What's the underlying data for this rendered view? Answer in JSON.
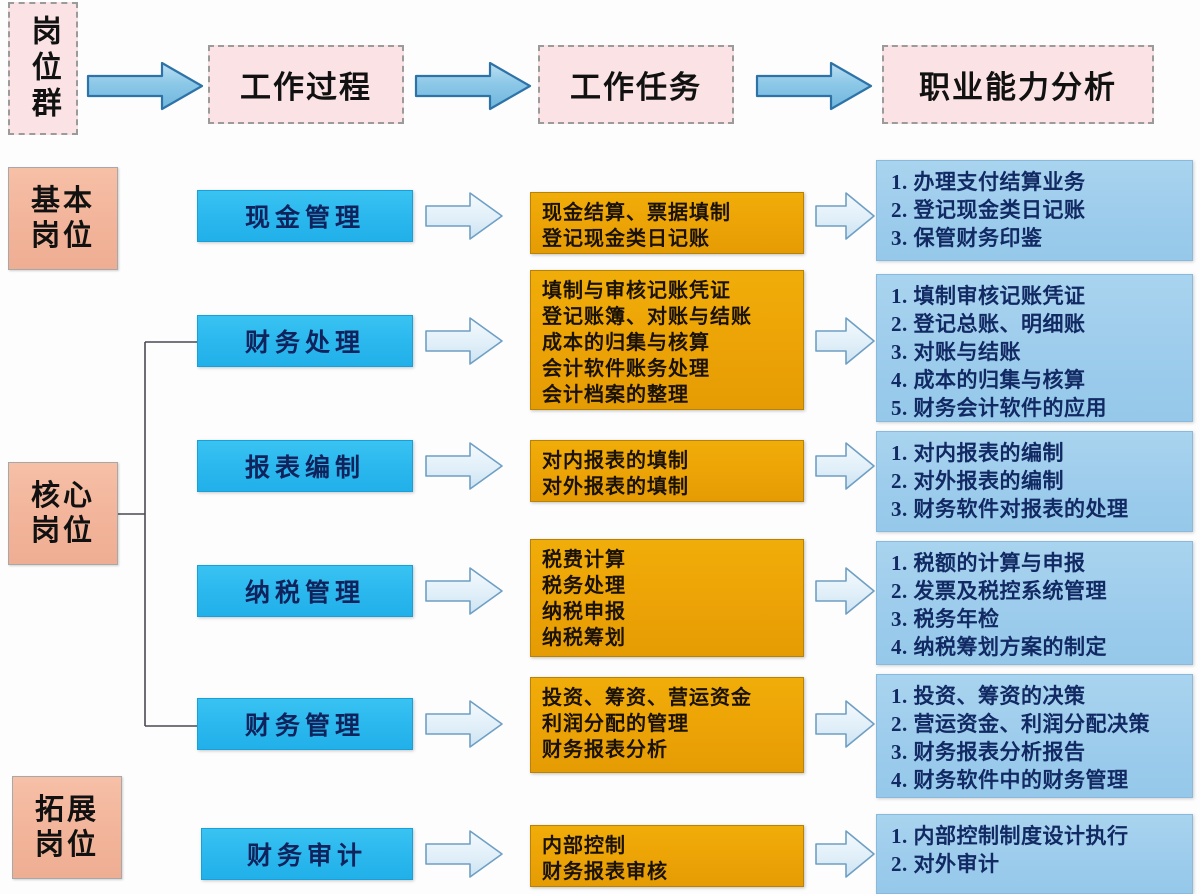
{
  "header": {
    "col1": "岗位群",
    "col2": "工作过程",
    "col3": "工作任务",
    "col4": "职业能力分析"
  },
  "categories": [
    {
      "name": "基本岗位",
      "line1": "基本",
      "line2": "岗位"
    },
    {
      "name": "核心岗位",
      "line1": "核心",
      "line2": "岗位"
    },
    {
      "name": "拓展岗位",
      "line1": "拓展",
      "line2": "岗位"
    }
  ],
  "rows": [
    {
      "process": "现金管理",
      "tasks": [
        "现金结算、票据填制",
        "登记现金类日记账"
      ],
      "abilities": [
        "1. 办理支付结算业务",
        "2. 登记现金类日记账",
        "3. 保管财务印鉴"
      ]
    },
    {
      "process": "财务处理",
      "tasks": [
        "填制与审核记账凭证",
        "登记账簿、对账与结账",
        "成本的归集与核算",
        "会计软件账务处理",
        "会计档案的整理"
      ],
      "abilities": [
        "1. 填制审核记账凭证",
        "2. 登记总账、明细账",
        "3. 对账与结账",
        "4. 成本的归集与核算",
        "5. 财务会计软件的应用"
      ]
    },
    {
      "process": "报表编制",
      "tasks": [
        "对内报表的填制",
        "对外报表的填制"
      ],
      "abilities": [
        "1. 对内报表的编制",
        "2. 对外报表的编制",
        "3. 财务软件对报表的处理"
      ]
    },
    {
      "process": "纳税管理",
      "tasks": [
        "税费计算",
        "税务处理",
        "纳税申报",
        "纳税筹划"
      ],
      "abilities": [
        "1. 税额的计算与申报",
        "2. 发票及税控系统管理",
        "3. 税务年检",
        "4. 纳税筹划方案的制定"
      ]
    },
    {
      "process": "财务管理",
      "tasks": [
        "投资、筹资、营运资金",
        "利润分配的管理",
        "财务报表分析"
      ],
      "abilities": [
        "1. 投资、筹资的决策",
        "2. 营运资金、利润分配决策",
        "3. 财务报表分析报告",
        "4. 财务软件中的财务管理"
      ]
    },
    {
      "process": "财务审计",
      "tasks": [
        "内部控制",
        "财务报表审核"
      ],
      "abilities": [
        "1. 内部控制制度设计执行",
        "2. 对外审计"
      ]
    }
  ],
  "colors": {
    "header_box_fill": "#fbe2e4",
    "header_box_border": "#9b9b9b",
    "category_fill": "#f2b49a",
    "process_fill": "#2bb8ee",
    "task_fill": "#eda406",
    "ability_fill": "#9fcdec",
    "arrow_big_fill": "#8ec9e8",
    "arrow_big_stroke": "#2e73a8",
    "arrow_small_fill": "#e4f0f8",
    "arrow_small_stroke": "#6f9fc4",
    "connector_line": "#4a4a52"
  }
}
